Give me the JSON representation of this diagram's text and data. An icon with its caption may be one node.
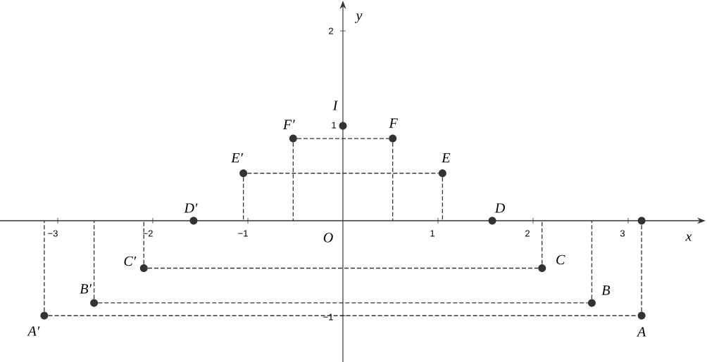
{
  "diagram": {
    "nodes": [
      {
        "text": [],
        "shape": "circle",
        "beside": [
          "I"
        ]
      },
      {
        "text": [],
        "shape": "circle",
        "beside": [
          "F′"
        ]
      },
      {
        "text": [],
        "shape": "circle",
        "beside": [
          "F"
        ]
      },
      {
        "text": [],
        "shape": "circle",
        "beside": [
          "E′"
        ]
      },
      {
        "text": [],
        "shape": "circle",
        "beside": [
          "E"
        ]
      },
      {
        "text": [],
        "shape": "circle",
        "beside": [
          "D′"
        ]
      },
      {
        "text": [],
        "shape": "circle",
        "beside": [
          "D"
        ]
      },
      {
        "text": [],
        "shape": "circle"
      },
      {
        "text": [],
        "shape": "circle",
        "beside": [
          "C′"
        ]
      },
      {
        "text": [],
        "shape": "circle",
        "beside": [
          "C"
        ]
      },
      {
        "text": [],
        "shape": "circle",
        "beside": [
          "B′"
        ]
      },
      {
        "text": [],
        "shape": "circle",
        "beside": [
          "B"
        ]
      },
      {
        "text": [],
        "shape": "circle",
        "beside": [
          "A′"
        ]
      },
      {
        "text": [],
        "shape": "circle",
        "beside": [
          "A"
        ]
      }
    ],
    "edges": [
      {
        "from": 1,
        "to": 2,
        "arrow": "none",
        "style": "dashed"
      },
      {
        "from": 3,
        "to": 4,
        "arrow": "none",
        "style": "dashed"
      },
      {
        "from": 8,
        "to": 9,
        "arrow": "none",
        "style": "dashed"
      },
      {
        "from": 10,
        "to": 11,
        "arrow": "none",
        "style": "dashed"
      },
      {
        "from": 12,
        "to": 13,
        "arrow": "none",
        "style": "dashed"
      },
      {
        "from": 1,
        "to": null,
        "arrow": "none",
        "style": "dashed"
      },
      {
        "from": 2,
        "to": null,
        "arrow": "none",
        "style": "dashed"
      },
      {
        "from": 3,
        "to": null,
        "arrow": "none",
        "style": "dashed"
      },
      {
        "from": 4,
        "to": null,
        "arrow": "none",
        "style": "dashed"
      },
      {
        "from": 8,
        "to": null,
        "arrow": "none",
        "style": "dashed"
      },
      {
        "from": 9,
        "to": null,
        "arrow": "none",
        "style": "dashed"
      },
      {
        "from": 10,
        "to": null,
        "arrow": "none",
        "style": "dashed"
      },
      {
        "from": 11,
        "to": null,
        "arrow": "none",
        "style": "dashed"
      },
      {
        "from": 12,
        "to": null,
        "arrow": "none",
        "style": "dashed"
      },
      {
        "from": 13,
        "to": 7,
        "arrow": "none",
        "style": "dashed"
      }
    ],
    "labels": [
      "y",
      "2",
      "1",
      "−3",
      "−2",
      "−1",
      "O",
      "1",
      "2",
      "3",
      "x",
      "−1"
    ]
  }
}
